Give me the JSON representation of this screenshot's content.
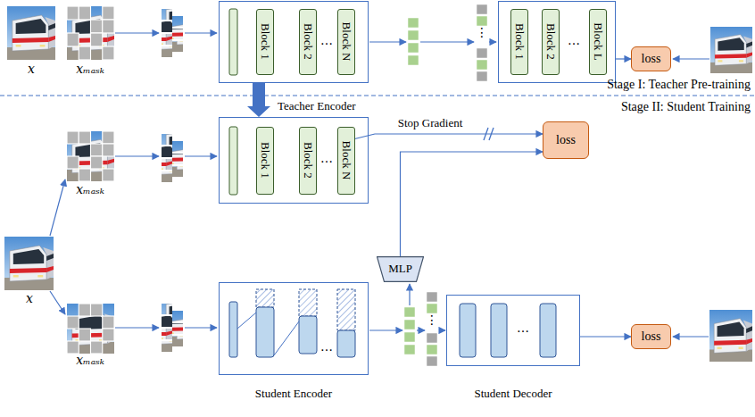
{
  "diagram": {
    "nodes": [
      {
        "text": []
      },
      {
        "text": [
          "Block 1"
        ],
        "in": 0
      },
      {
        "text": [
          "Block 2"
        ],
        "in": 0
      },
      {
        "text": [
          "Block N"
        ],
        "in": 0
      },
      {
        "text": []
      },
      {
        "text": [
          "Block 1"
        ],
        "in": 4
      },
      {
        "text": [
          "Block 2"
        ],
        "in": 4
      },
      {
        "text": [
          "Block L"
        ],
        "in": 4
      },
      {
        "text": [
          "loss"
        ]
      },
      {
        "text": [
          "Teacher Encoder"
        ]
      },
      {
        "text": [
          "Block 1"
        ],
        "in": 9
      },
      {
        "text": [
          "Block 2"
        ],
        "in": 9
      },
      {
        "text": [
          "Block N"
        ],
        "in": 9
      },
      {
        "text": [
          "loss"
        ]
      },
      {
        "text": [
          "MLP"
        ]
      },
      {
        "text": [
          "Student Encoder"
        ]
      },
      {
        "text": [
          "Student Decoder"
        ]
      },
      {
        "text": [
          "loss"
        ]
      }
    ],
    "edges": [
      {
        "from": 0,
        "to": 9,
        "arrow": "to"
      },
      {
        "from": 4,
        "to": 8,
        "arrow": "to"
      },
      {
        "from": 12,
        "to": 13,
        "label": "Stop Gradient",
        "arrow": "to"
      },
      {
        "from": 14,
        "to": 13,
        "arrow": "to"
      },
      {
        "from": 16,
        "to": 17,
        "arrow": "to"
      }
    ],
    "labels": [
      "x",
      "xₘₐₛₖ",
      "…",
      "⋮",
      "…",
      "Stage I: Teacher Pre-training",
      "Stage II: Student Training",
      "xₘₐₛₖ",
      "x",
      "xₘₐₛₖ",
      "…",
      "…",
      "⋮",
      "…"
    ]
  }
}
